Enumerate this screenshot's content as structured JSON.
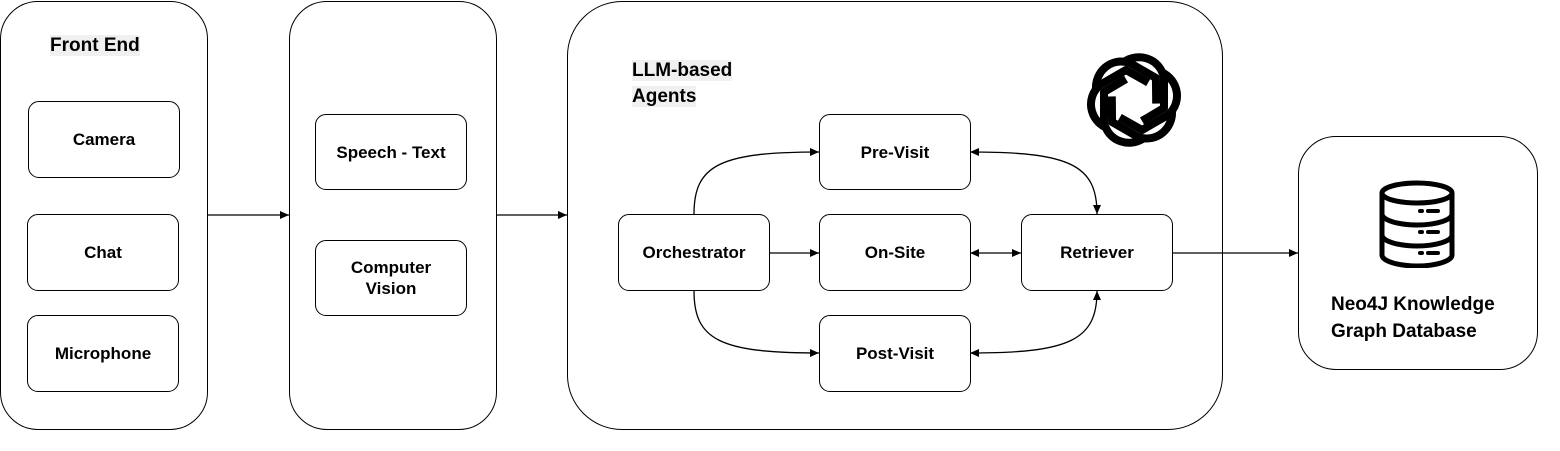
{
  "front_end": {
    "title": "Front End",
    "items": [
      "Camera",
      "Chat",
      "Microphone"
    ]
  },
  "processing": {
    "items": [
      "Speech - Text",
      "Computer\nVision"
    ]
  },
  "agents": {
    "title_line1": "LLM-based",
    "title_line2": "Agents",
    "orchestrator": "Orchestrator",
    "pre_visit": "Pre-Visit",
    "on_site": "On-Site",
    "post_visit": "Post-Visit",
    "retriever": "Retriever",
    "logo_icon": "openai-logo-icon"
  },
  "database": {
    "label_line1": "Neo4J Knowledge",
    "label_line2": "Graph Database",
    "icon": "database-icon"
  }
}
